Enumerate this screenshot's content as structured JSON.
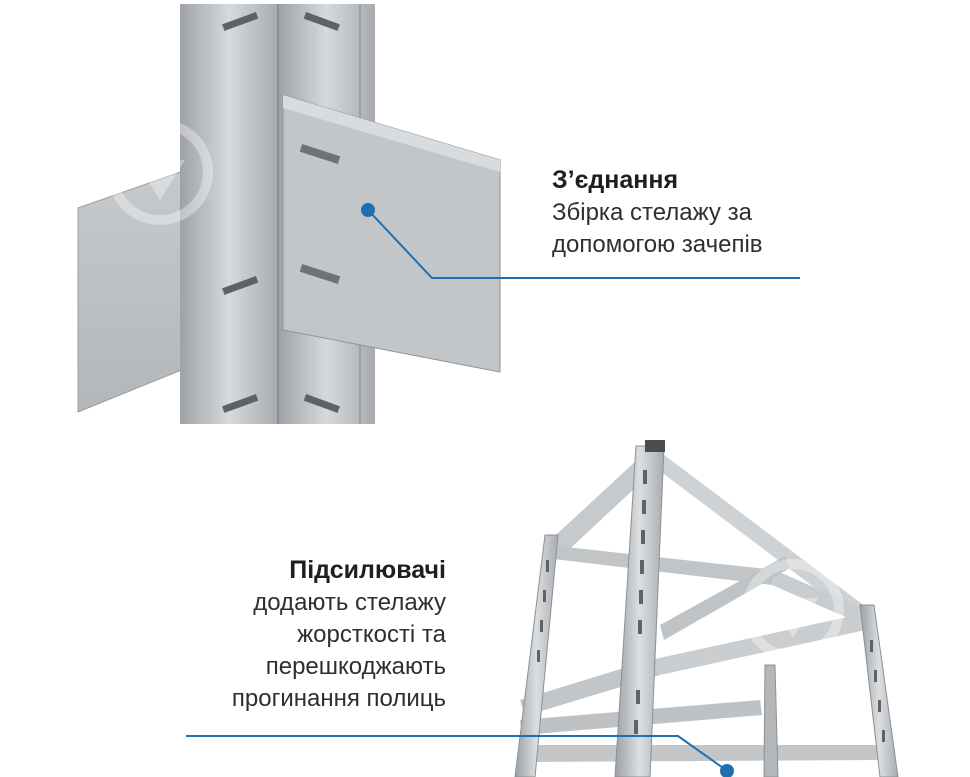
{
  "colors": {
    "accent": "#1f6fb0",
    "steel_light": "#d2d5d8",
    "steel_mid": "#b5b9bd",
    "steel_dark": "#8e9297",
    "text": "#2b2b2b"
  },
  "callouts": [
    {
      "title": "З’єднання",
      "lines": [
        "Збірка стелажу за",
        "допомогою зачепів"
      ]
    },
    {
      "title": "Підсилювачі",
      "lines": [
        "додають стелажу",
        "жорсткості та",
        "перешкоджають",
        "прогинання полиць"
      ]
    }
  ],
  "images": [
    {
      "name": "rack-joint-closeup",
      "subject": "metal rack post with shelf hooks"
    },
    {
      "name": "rack-frame-from-below",
      "subject": "metal shelving rack frame seen from below"
    }
  ],
  "icons": [
    "watermark-icon"
  ]
}
